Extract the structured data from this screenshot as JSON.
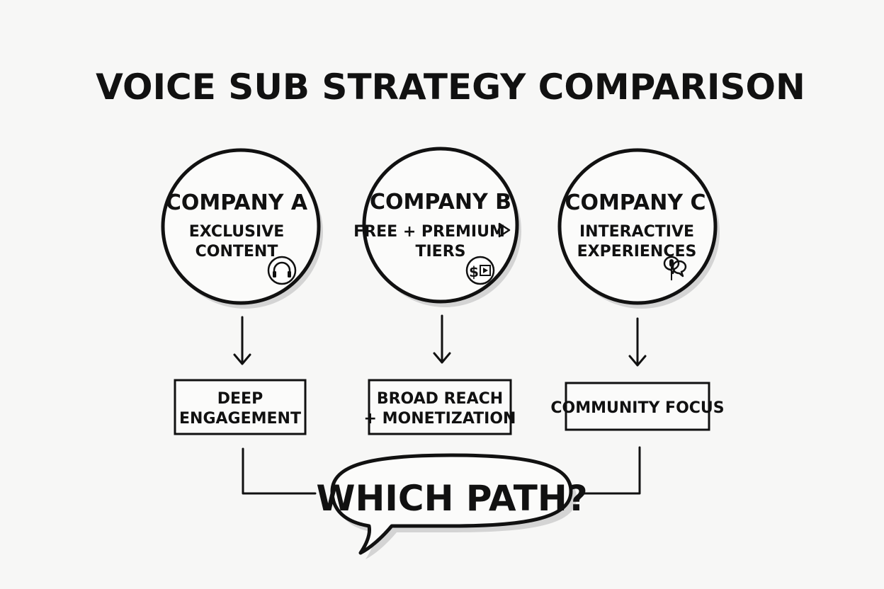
{
  "title": "VOICE SUB STRATEGY COMPARISON",
  "companies": [
    {
      "name": "COMPANY A",
      "strategy_lines": [
        "EXCLUSIVE",
        "CONTENT"
      ],
      "icon": "headphones-icon",
      "outcome_lines": [
        "DEEP",
        "ENGAGEMENT"
      ]
    },
    {
      "name": "COMPANY B",
      "strategy_lines": [
        "FREE + PREMIUM",
        "TIERS"
      ],
      "icon": "dollar-play-icon",
      "outcome_lines": [
        "BROAD REACH",
        "+ MONETIZATION"
      ]
    },
    {
      "name": "COMPANY C",
      "strategy_lines": [
        "INTERACTIVE",
        "EXPERIENCES"
      ],
      "icon": "chat-microphone-icon",
      "outcome_lines": [
        "COMMUNITY FOCUS"
      ]
    }
  ],
  "question": "WHICH PATH?",
  "colors": {
    "ink": "#111111",
    "background": "#f7f7f6",
    "shadow": "#d4d4d4"
  }
}
